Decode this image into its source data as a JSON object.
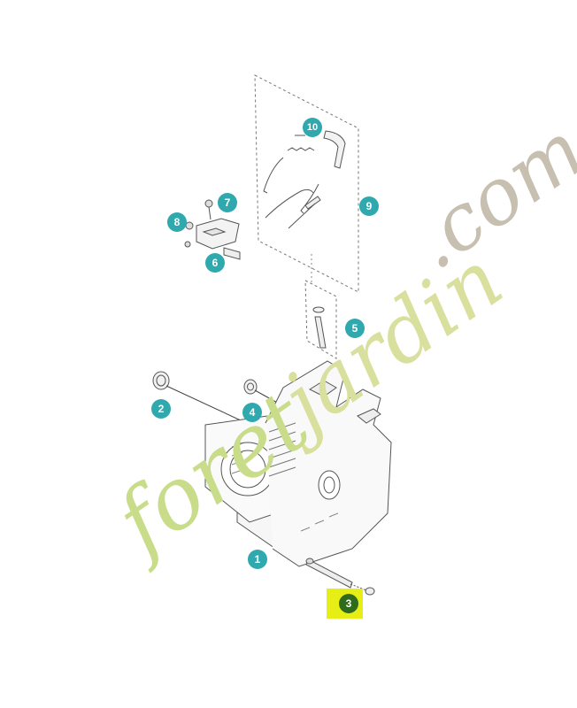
{
  "watermark": {
    "text_main": "foret",
    "text_green": "jardin",
    "text_domain": ".com",
    "color_green": "#c8dc8a",
    "color_gray": "#c7c0b1"
  },
  "callouts": [
    {
      "id": "c1",
      "label": "1"
    },
    {
      "id": "c2",
      "label": "2"
    },
    {
      "id": "c3",
      "label": "3",
      "highlighted": true
    },
    {
      "id": "c4",
      "label": "4"
    },
    {
      "id": "c5",
      "label": "5"
    },
    {
      "id": "c6",
      "label": "6"
    },
    {
      "id": "c7",
      "label": "7"
    },
    {
      "id": "c8",
      "label": "8"
    },
    {
      "id": "c9",
      "label": "9"
    },
    {
      "id": "c10",
      "label": "10"
    }
  ],
  "colors": {
    "callout_teal": "#2fa9ad",
    "callout_highlight_bg": "#e6ee16",
    "callout_highlight_dot": "#2e6b1a",
    "line_art": "#555555"
  }
}
